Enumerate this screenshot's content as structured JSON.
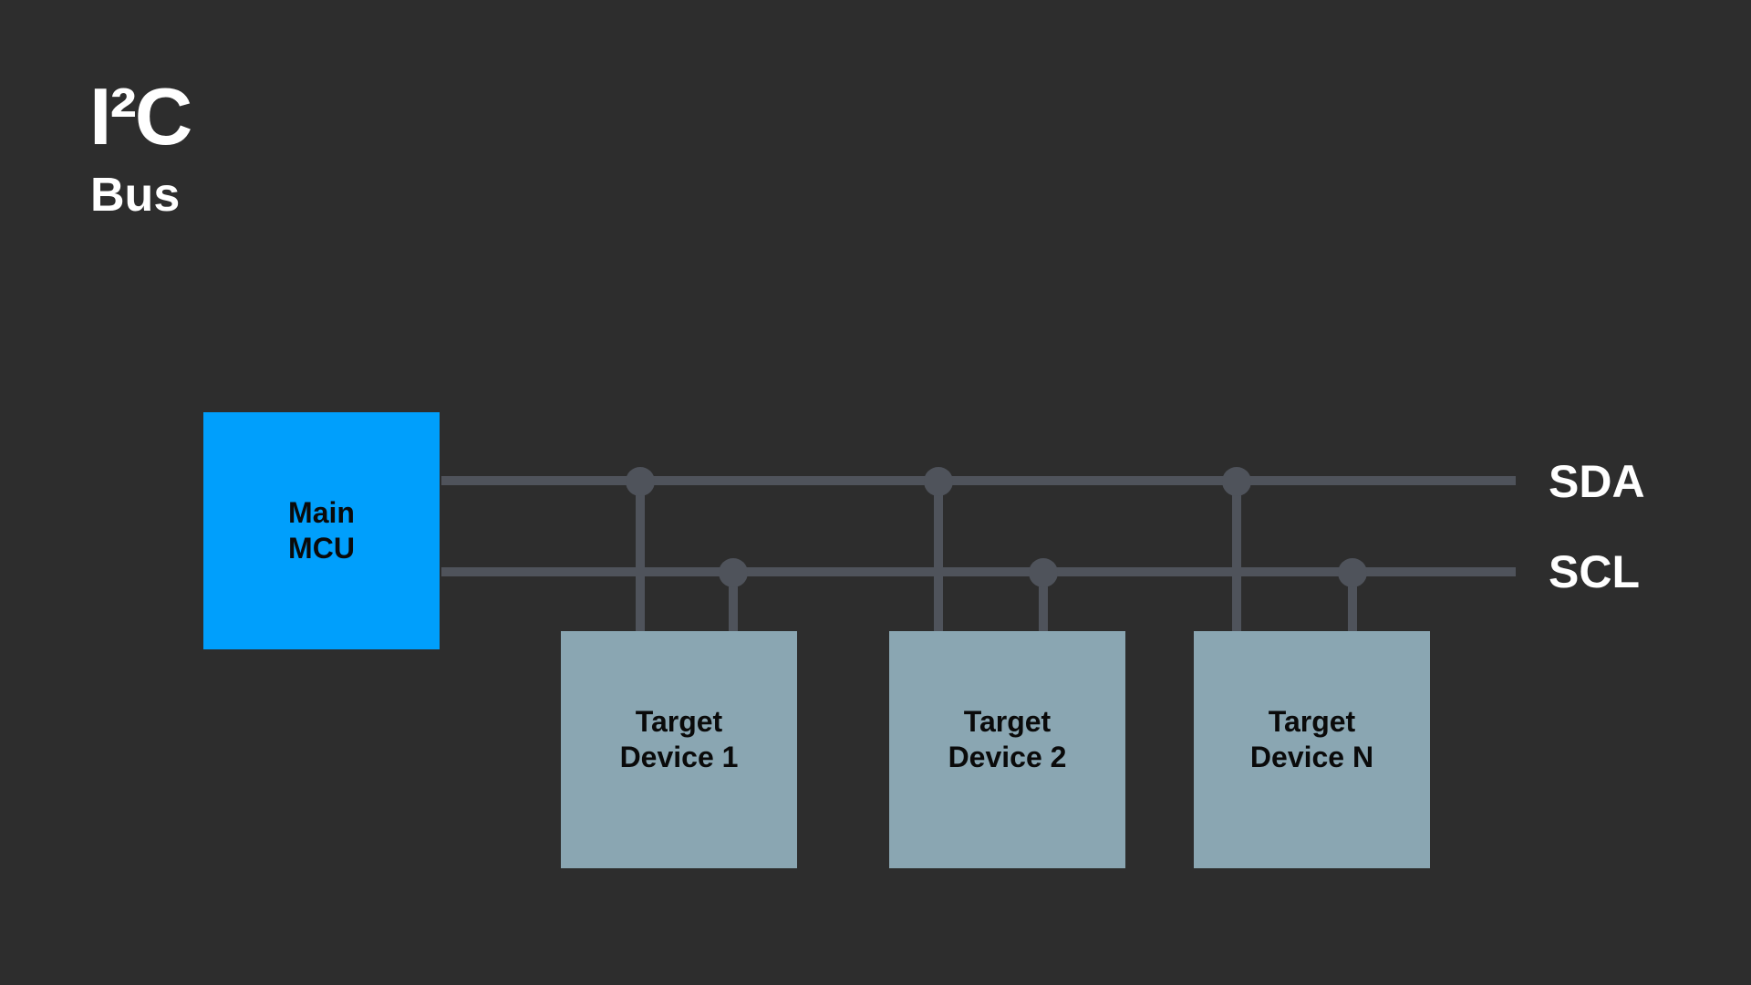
{
  "header": {
    "title": "I²C",
    "subtitle": "Bus"
  },
  "diagram": {
    "main": {
      "label": "Main\nMCU",
      "color": "#009ffc"
    },
    "targets": [
      {
        "label": "Target\nDevice 1"
      },
      {
        "label": "Target\nDevice 2"
      },
      {
        "label": "Target\nDevice N"
      }
    ],
    "target_color": "#8aa6b2",
    "lines": {
      "sda": "SDA",
      "scl": "SCL",
      "color": "#4f535b"
    },
    "background": "#2d2d2d"
  }
}
